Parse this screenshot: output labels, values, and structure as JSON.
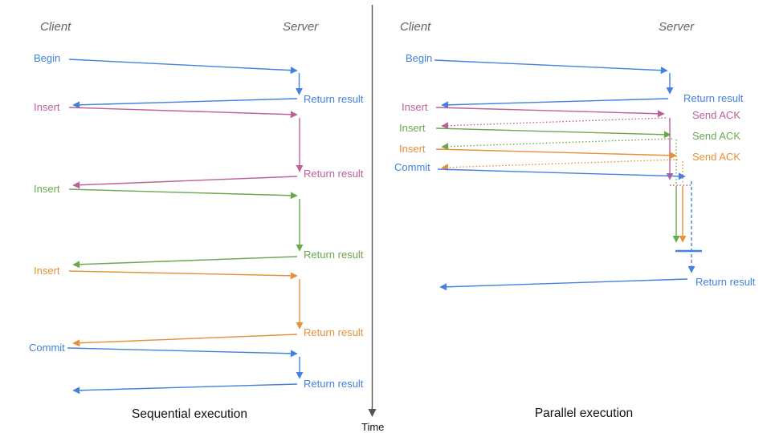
{
  "colors": {
    "blue": "#4480e0",
    "pink": "#bd5f9b",
    "green": "#6aa84f",
    "orange": "#e69138",
    "axis": "#555555",
    "heading": "#666666",
    "caption": "#111111"
  },
  "time_axis_label": "Time",
  "panels": [
    {
      "id": "sequential",
      "client_label": "Client",
      "server_label": "Server",
      "caption": "Sequential execution",
      "operations": [
        {
          "label": "Begin",
          "color": "blue",
          "result_label": "Return result"
        },
        {
          "label": "Insert",
          "color": "pink",
          "result_label": "Return result"
        },
        {
          "label": "Insert",
          "color": "green",
          "result_label": "Return result"
        },
        {
          "label": "Insert",
          "color": "orange",
          "result_label": "Return result"
        },
        {
          "label": "Commit",
          "color": "blue",
          "result_label": "Return result"
        }
      ]
    },
    {
      "id": "parallel",
      "client_label": "Client",
      "server_label": "Server",
      "caption": "Parallel execution",
      "operations": [
        {
          "label": "Begin",
          "color": "blue",
          "result_label": "Return result"
        },
        {
          "label": "Insert",
          "color": "pink",
          "ack_label": "Send ACK"
        },
        {
          "label": "Insert",
          "color": "green",
          "ack_label": "Send ACK"
        },
        {
          "label": "Insert",
          "color": "orange",
          "ack_label": "Send ACK"
        },
        {
          "label": "Commit",
          "color": "blue",
          "result_label": "Return result"
        }
      ]
    }
  ]
}
